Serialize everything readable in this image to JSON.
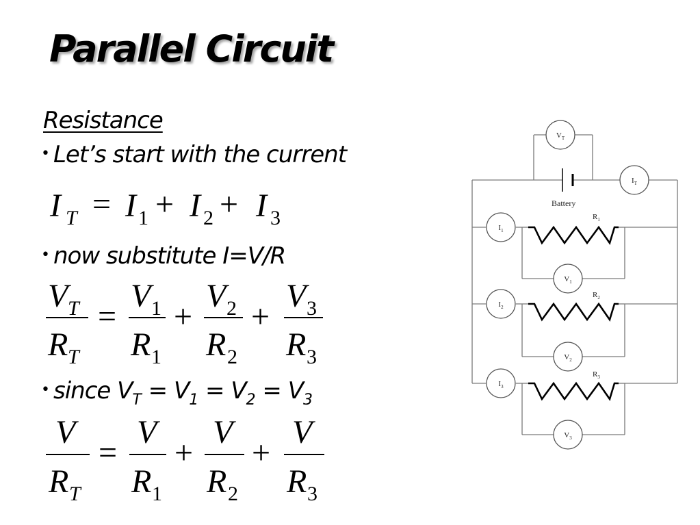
{
  "slide": {
    "title": "Parallel Circuit",
    "heading": "Resistance",
    "bullet_char": "•",
    "bullets": [
      "Let’s start with the current",
      "now substitute I=V/R",
      {
        "prefix": "since ",
        "terms": [
          {
            "var": "V",
            "sub": "T"
          },
          {
            "var": "V",
            "sub": "1"
          },
          {
            "var": "V",
            "sub": "2"
          },
          {
            "var": "V",
            "sub": "3"
          }
        ],
        "separator": " = "
      }
    ]
  },
  "equations": {
    "current_sum": {
      "lhs": {
        "var": "I",
        "sub": "T"
      },
      "rhs": [
        {
          "var": "I",
          "sub": "1"
        },
        {
          "var": "I",
          "sub": "2"
        },
        {
          "var": "I",
          "sub": "3"
        }
      ]
    },
    "substituted": {
      "lhs": {
        "num": "V",
        "num_sub": "T",
        "den": "R",
        "den_sub": "T"
      },
      "rhs": [
        {
          "num": "V",
          "num_sub": "1",
          "den": "R",
          "den_sub": "1"
        },
        {
          "num": "V",
          "num_sub": "2",
          "den": "R",
          "den_sub": "2"
        },
        {
          "num": "V",
          "num_sub": "3",
          "den": "R",
          "den_sub": "3"
        }
      ]
    },
    "common_voltage": {
      "lhs": {
        "num": "V",
        "den": "R",
        "den_sub": "T"
      },
      "rhs": [
        {
          "num": "V",
          "den": "R",
          "den_sub": "1"
        },
        {
          "num": "V",
          "den": "R",
          "den_sub": "2"
        },
        {
          "num": "V",
          "den": "R",
          "den_sub": "3"
        }
      ]
    },
    "symbols": {
      "equals": "=",
      "plus": "+"
    }
  },
  "circuit": {
    "battery_label": "Battery",
    "total_voltmeter": {
      "var": "V",
      "sub": "T"
    },
    "total_ammeter": {
      "var": "I",
      "sub": "T"
    },
    "branches": [
      {
        "ammeter": {
          "var": "I",
          "sub": "1"
        },
        "resistor": {
          "var": "R",
          "sub": "1"
        },
        "voltmeter": {
          "var": "V",
          "sub": "1"
        }
      },
      {
        "ammeter": {
          "var": "I",
          "sub": "2"
        },
        "resistor": {
          "var": "R",
          "sub": "2"
        },
        "voltmeter": {
          "var": "V",
          "sub": "2"
        }
      },
      {
        "ammeter": {
          "var": "I",
          "sub": "3"
        },
        "resistor": {
          "var": "R",
          "sub": "3"
        },
        "voltmeter": {
          "var": "V",
          "sub": "3"
        }
      }
    ]
  }
}
